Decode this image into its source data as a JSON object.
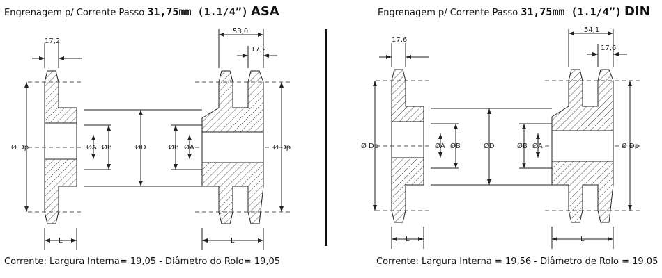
{
  "left": {
    "title_prefix": "Engrenagem p/ Corrente Passo",
    "title_size": "31,75mm (1.1/4”)",
    "title_standard": "ASA",
    "caption": "Corrente: Largura Interna= 19,05 - Diâmetro do Rolo= 19,05",
    "dims": {
      "tooth_width": "17,2",
      "overall_width": "53,0",
      "tooth_width_2": "17,2"
    }
  },
  "right": {
    "title_prefix": "Engrenagem p/ Corrente Passo",
    "title_size": "31,75mm (1.1/4”)",
    "title_standard": "DIN",
    "caption": "Corrente: Largura Interna = 19,56 - Diâmetro de Rolo = 19,05",
    "dims": {
      "tooth_width": "17,6",
      "overall_width": "54,1",
      "tooth_width_2": "17,6"
    }
  },
  "labels": {
    "pitch_diameter": "Ø Dp",
    "bore_a": "ØA",
    "bore_b": "ØB",
    "diameter_d": "ØD",
    "length": "L"
  }
}
